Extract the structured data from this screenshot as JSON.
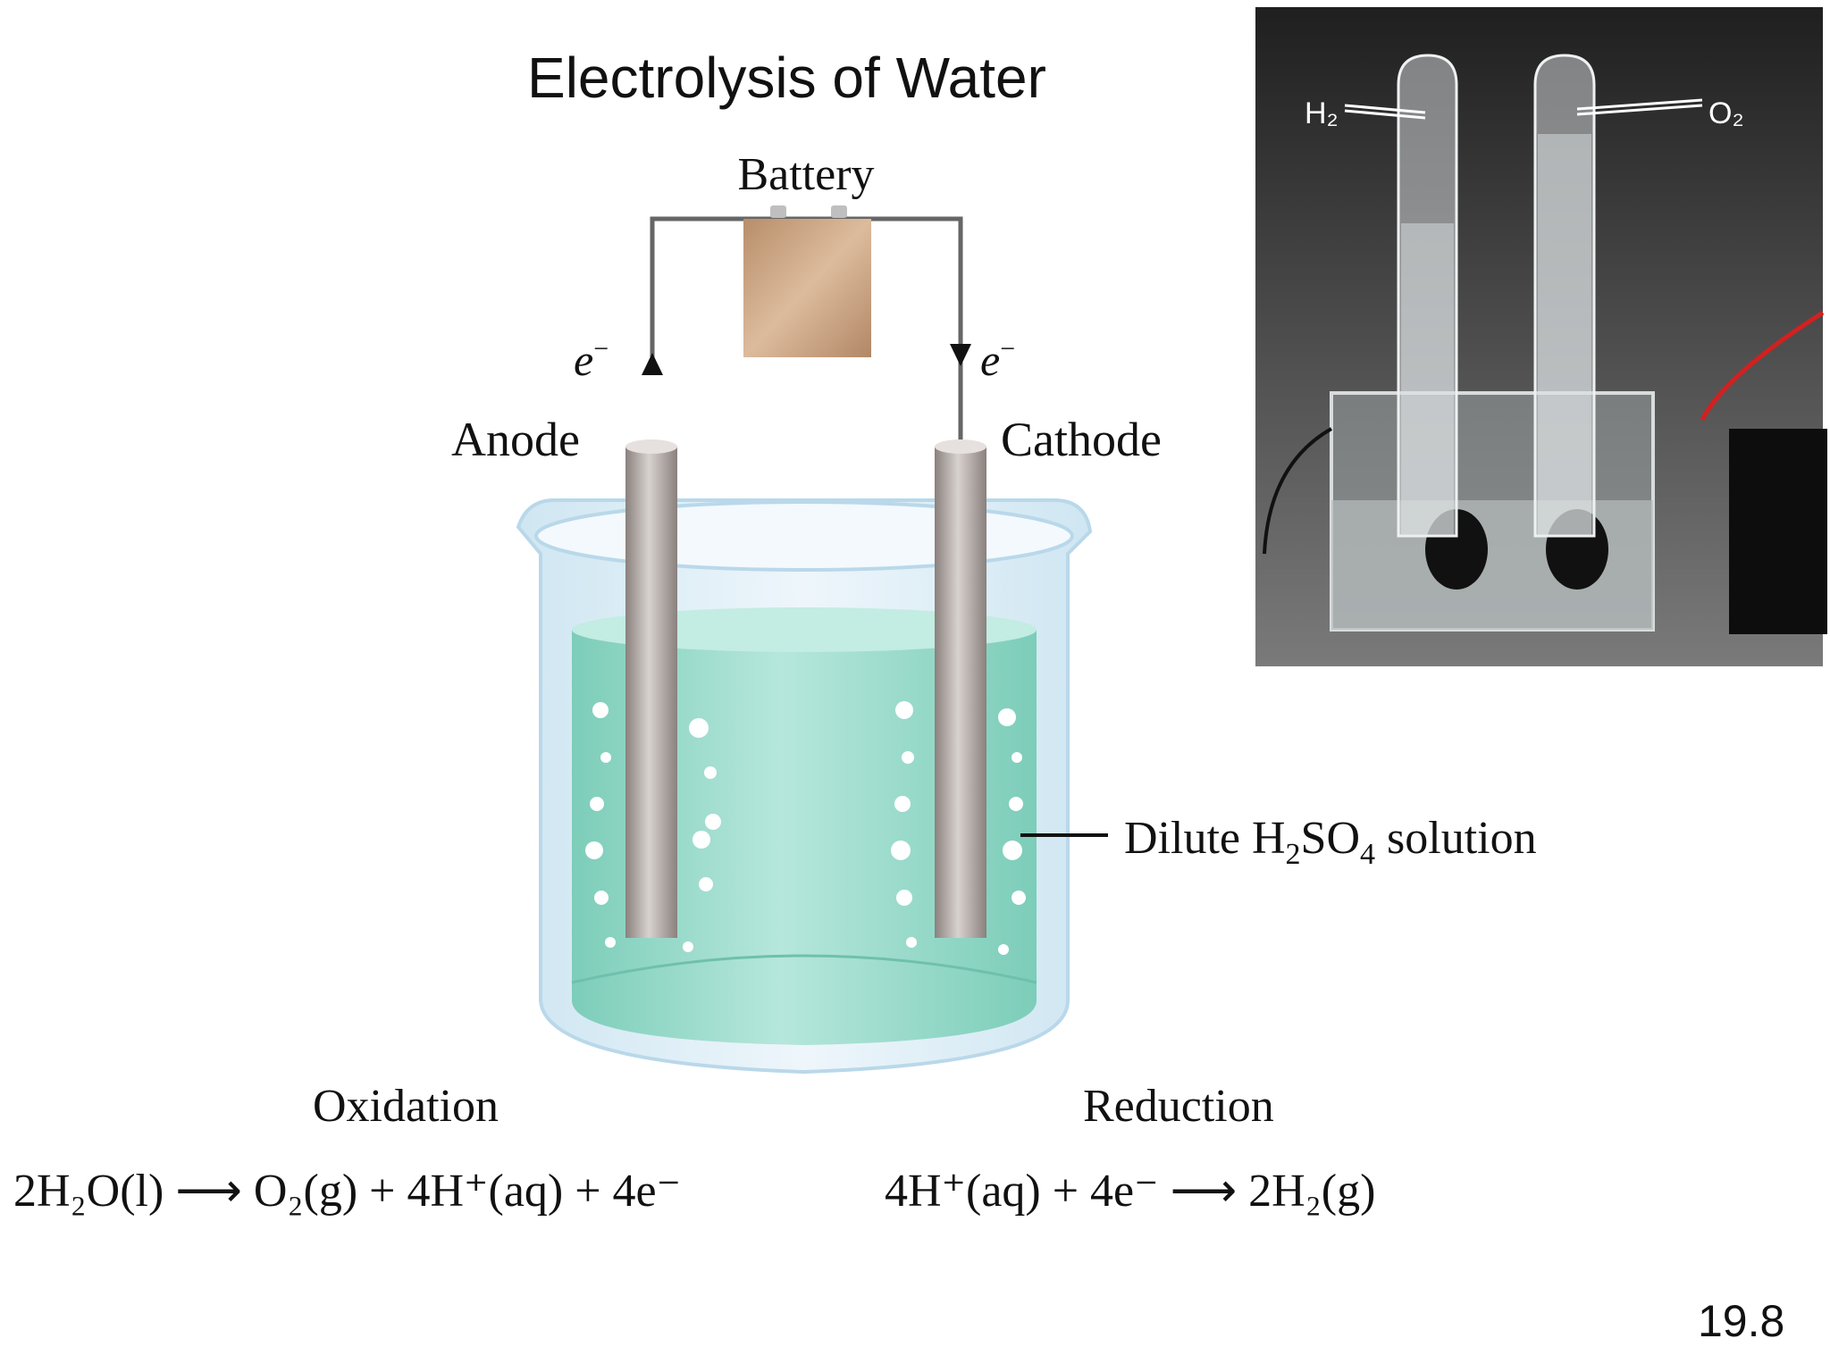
{
  "title": "Electrolysis of Water",
  "slide_number": "19.8",
  "diagram": {
    "battery_label": "Battery",
    "anode_label": "Anode",
    "cathode_label": "Cathode",
    "electron_symbol": "e",
    "electron_charge": "−",
    "solution_label_prefix": "Dilute H",
    "solution_sub_2": "2",
    "solution_so": "SO",
    "solution_sub_4": "4",
    "solution_suffix": " solution"
  },
  "reactions": {
    "oxidation_label": "Oxidation",
    "reduction_label": "Reduction",
    "oxidation_equation": "2H₂O(l) ⟶ O₂(g) + 4H⁺(aq) + 4e⁻",
    "reduction_equation": "4H⁺(aq) + 4e⁻ ⟶ 2H₂(g)"
  },
  "photo": {
    "h2_label": "H₂",
    "o2_label": "O₂"
  },
  "colors": {
    "solution": "#8fd6c6",
    "battery": "#c8a07e",
    "electrode": "#a9a29f",
    "wire": "#555555",
    "photo_background": "#2a2a2a"
  }
}
